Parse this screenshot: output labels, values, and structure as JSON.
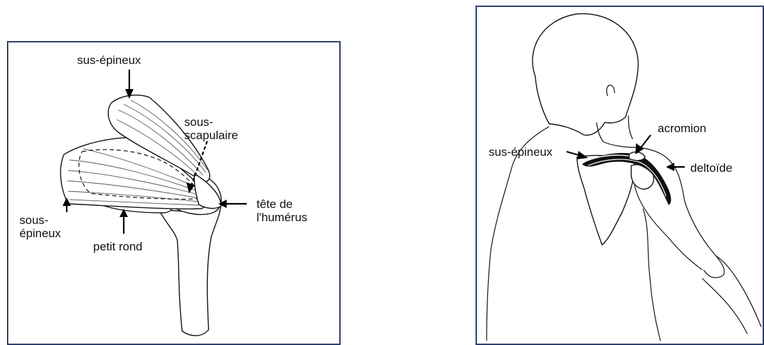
{
  "left_panel": {
    "labels": {
      "supraspinatus": "sus-épineux",
      "subscapularis_line1": "sous-",
      "subscapularis_line2": "scapulaire",
      "infraspinatus_line1": "sous-",
      "infraspinatus_line2": "épineux",
      "teres_minor": "petit rond",
      "humeral_head_line1": "tête de",
      "humeral_head_line2": "l'humérus"
    }
  },
  "right_panel": {
    "labels": {
      "supraspinatus": "sus-épineux",
      "acromion": "acromion",
      "deltoid": "deltoïde"
    }
  },
  "colors": {
    "frame": "#2f3f6b",
    "ink": "#111111"
  }
}
